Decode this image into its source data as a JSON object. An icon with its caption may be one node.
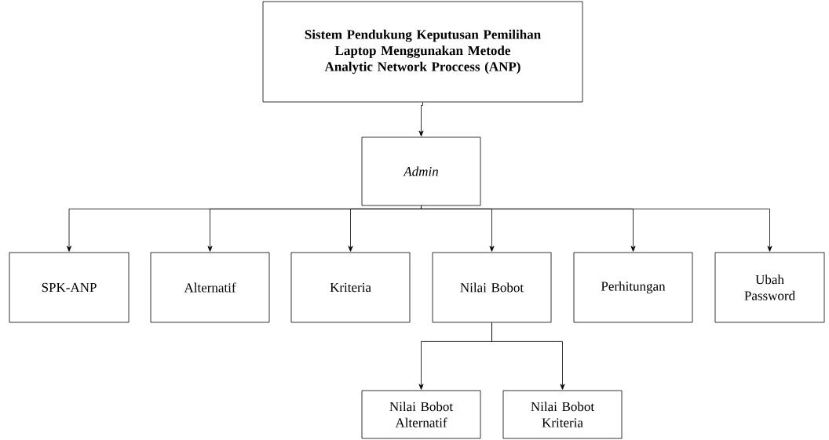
{
  "diagram": {
    "nodes": [
      {
        "text": [
          "Sistem Pendukung Keputusan Pemilihan Laptop Menggunakan Metode Analytic Network Proccess (ANP)"
        ]
      },
      {
        "text": [
          "Admin"
        ]
      },
      {
        "text": [
          "SPK-ANP"
        ]
      },
      {
        "text": [
          "Alternatif"
        ]
      },
      {
        "text": [
          "Kriteria"
        ]
      },
      {
        "text": [
          "Nilai Bobot"
        ]
      },
      {
        "text": [
          "Perhitungan"
        ]
      },
      {
        "text": [
          "Ubah Password"
        ]
      },
      {
        "text": [
          "Nilai Bobot Alternatif"
        ]
      },
      {
        "text": [
          "Nilai Bobot Kriteria"
        ]
      }
    ],
    "edges": [
      {
        "from": 0,
        "to": 1,
        "arrow": "to"
      },
      {
        "from": 1,
        "to": 2,
        "arrow": "to"
      },
      {
        "from": 1,
        "to": 3,
        "arrow": "to"
      },
      {
        "from": 1,
        "to": 4,
        "arrow": "to"
      },
      {
        "from": 1,
        "to": 5,
        "arrow": "to"
      },
      {
        "from": 1,
        "to": 6,
        "arrow": "to"
      },
      {
        "from": 1,
        "to": 7,
        "arrow": "to"
      },
      {
        "from": 5,
        "to": 8,
        "arrow": "to"
      },
      {
        "from": 5,
        "to": 9,
        "arrow": "to"
      }
    ]
  }
}
